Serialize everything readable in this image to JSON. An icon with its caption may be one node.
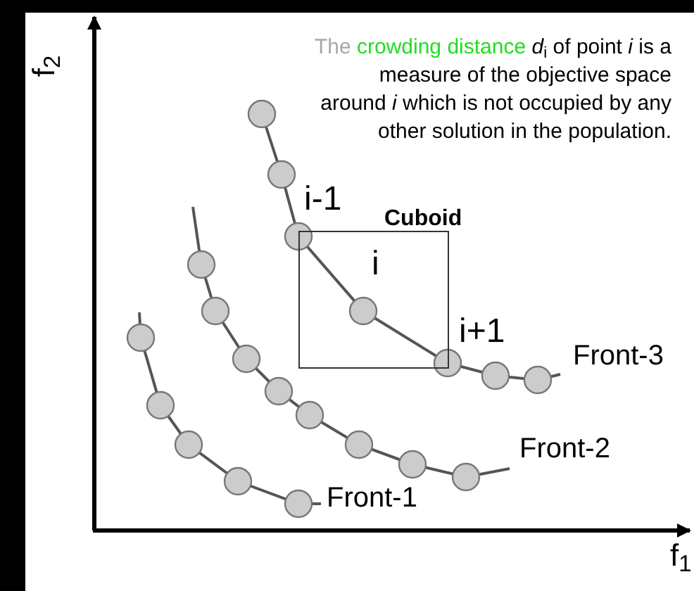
{
  "diagram": {
    "nodes": [
      {
        "text": [
          "Cuboid"
        ]
      }
    ],
    "labels": [
      "The",
      "crowding distance",
      "*d*$_{i}$ of point *i* is a measure of the objective space around *i* which is not occupied by any other solution in the population.",
      "i-1",
      "i",
      "i+1",
      "Front-3",
      "Front-2",
      "Front-1",
      "f$_{2}$",
      "f$_{1}$"
    ]
  }
}
